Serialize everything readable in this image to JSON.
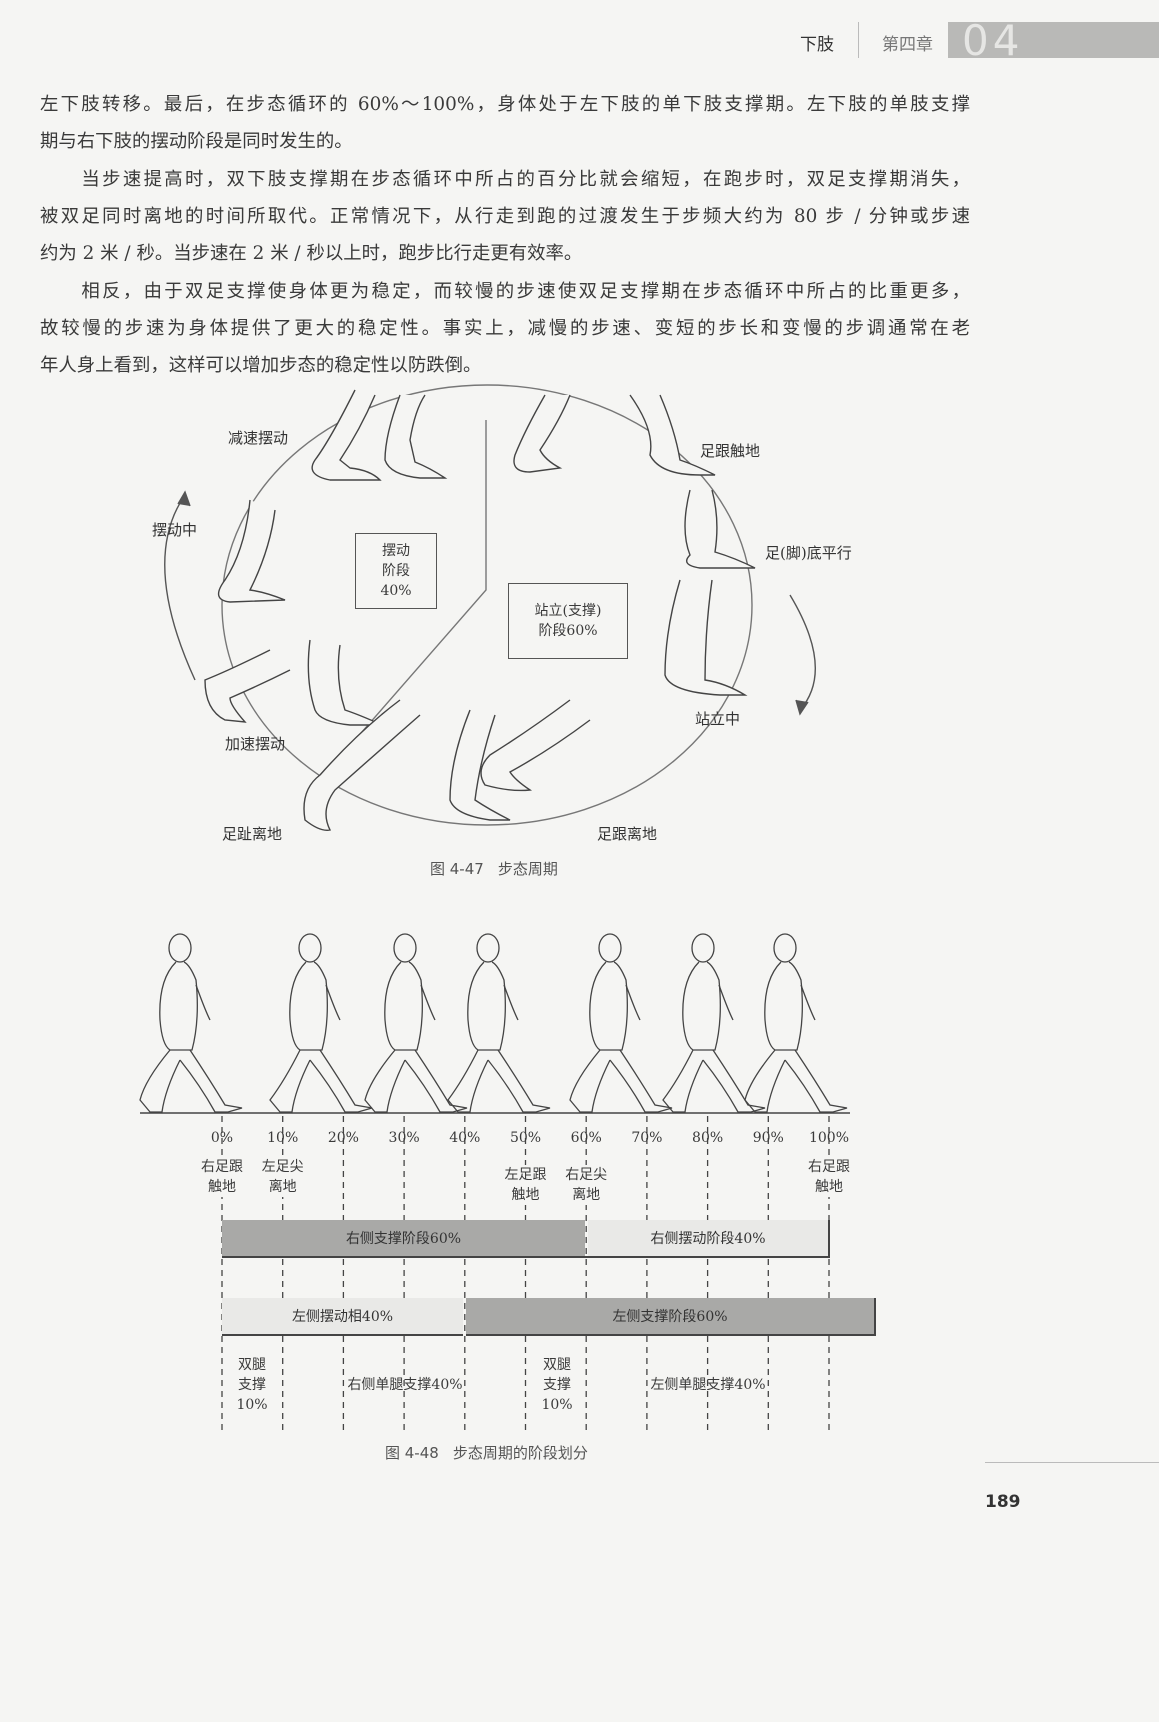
{
  "header": {
    "section": "下肢",
    "chapter": "第四章",
    "chapter_number": "04"
  },
  "paragraphs": [
    {
      "lines": [
        "左下肢转移。最后，在步态循环的 60%～100%，身体处于左下肢的单下肢支撑期。左下肢的单肢支撑",
        "期与右下肢的摆动阶段是同时发生的。"
      ]
    },
    {
      "lines": [
        "　　当步速提高时，双下肢支撑期在步态循环中所占的百分比就会缩短，在跑步时，双足支撑期消失，",
        "被双足同时离地的时间所取代。正常情况下，从行走到跑的过渡发生于步频大约为 80 步 / 分钟或步速",
        "约为 2 米 / 秒。当步速在 2 米 / 秒以上时，跑步比行走更有效率。"
      ]
    },
    {
      "lines": [
        "　　相反，由于双足支撑使身体更为稳定，而较慢的步速使双足支撑期在步态循环中所占的比重更多，",
        "故较慢的步速为身体提供了更大的稳定性。事实上，减慢的步速、变短的步长和变慢的步调通常在老",
        "年人身上看到，这样可以增加步态的稳定性以防跌倒。"
      ]
    }
  ],
  "figure1": {
    "labels": {
      "decel_swing": "减速摆动",
      "heel_strike": "足跟触地",
      "mid_swing": "摆动中",
      "foot_flat": "足(脚)底平行",
      "mid_stance": "站立中",
      "accel_swing": "加速摆动",
      "toe_off": "足趾离地",
      "heel_off": "足跟离地"
    },
    "swing_box": [
      "摆动",
      "阶段",
      "40%"
    ],
    "stance_box": [
      "站立(支撑)",
      "阶段60%"
    ],
    "caption_num": "图 4-47",
    "caption_text": "步态周期"
  },
  "figure2": {
    "ticks": [
      "0%",
      "10%",
      "20%",
      "30%",
      "40%",
      "50%",
      "60%",
      "70%",
      "80%",
      "90%",
      "100%"
    ],
    "events": [
      {
        "pct": 0,
        "lines": [
          "右足跟",
          "触地"
        ]
      },
      {
        "pct": 10,
        "lines": [
          "左足尖",
          "离地"
        ]
      },
      {
        "pct": 50,
        "lines": [
          "左足跟",
          "触地"
        ]
      },
      {
        "pct": 60,
        "lines": [
          "右足尖",
          "离地"
        ]
      },
      {
        "pct": 100,
        "lines": [
          "右足跟",
          "触地"
        ]
      }
    ],
    "right_stance": "右侧支撑阶段60%",
    "right_swing": "右侧摆动阶段40%",
    "left_swing": "左侧摆动相40%",
    "left_stance": "左侧支撑阶段60%",
    "double_support": [
      "双腿",
      "支撑",
      "10%"
    ],
    "right_single": "右侧单腿支撑40%",
    "left_single": "左侧单腿支撑40%",
    "caption_num": "图 4-48",
    "caption_text": "步态周期的阶段划分"
  },
  "page_number": "189"
}
